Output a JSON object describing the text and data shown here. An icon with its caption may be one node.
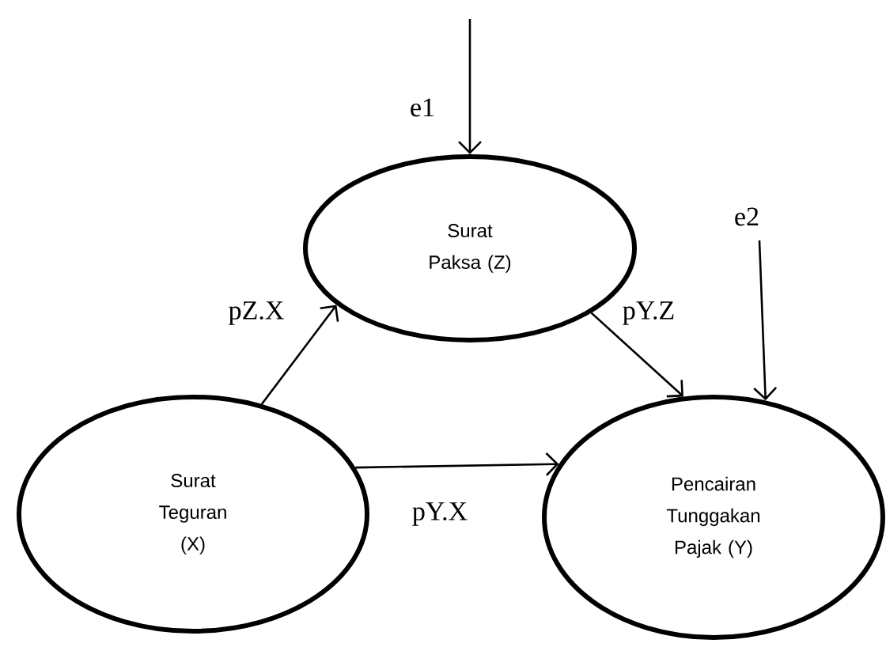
{
  "diagram": {
    "nodes": [
      {
        "text": [
          "Surat Paksa (Z)"
        ]
      },
      {
        "text": [
          "Surat Teguran (X)"
        ]
      },
      {
        "text": [
          "Pencairan Tunggakan Pajak (Y)"
        ]
      }
    ],
    "edges": [
      {
        "from": 1,
        "to": 0,
        "arrow": "to",
        "label": "pZ.X"
      },
      {
        "from": 0,
        "to": 2,
        "arrow": "to",
        "label": "pY.Z"
      },
      {
        "from": 1,
        "to": 2,
        "arrow": "to",
        "label": "pY.X"
      },
      {
        "from": null,
        "to": 0,
        "arrow": "to",
        "label": "e1"
      },
      {
        "from": null,
        "to": 2,
        "arrow": "to",
        "label": "e2"
      }
    ]
  }
}
